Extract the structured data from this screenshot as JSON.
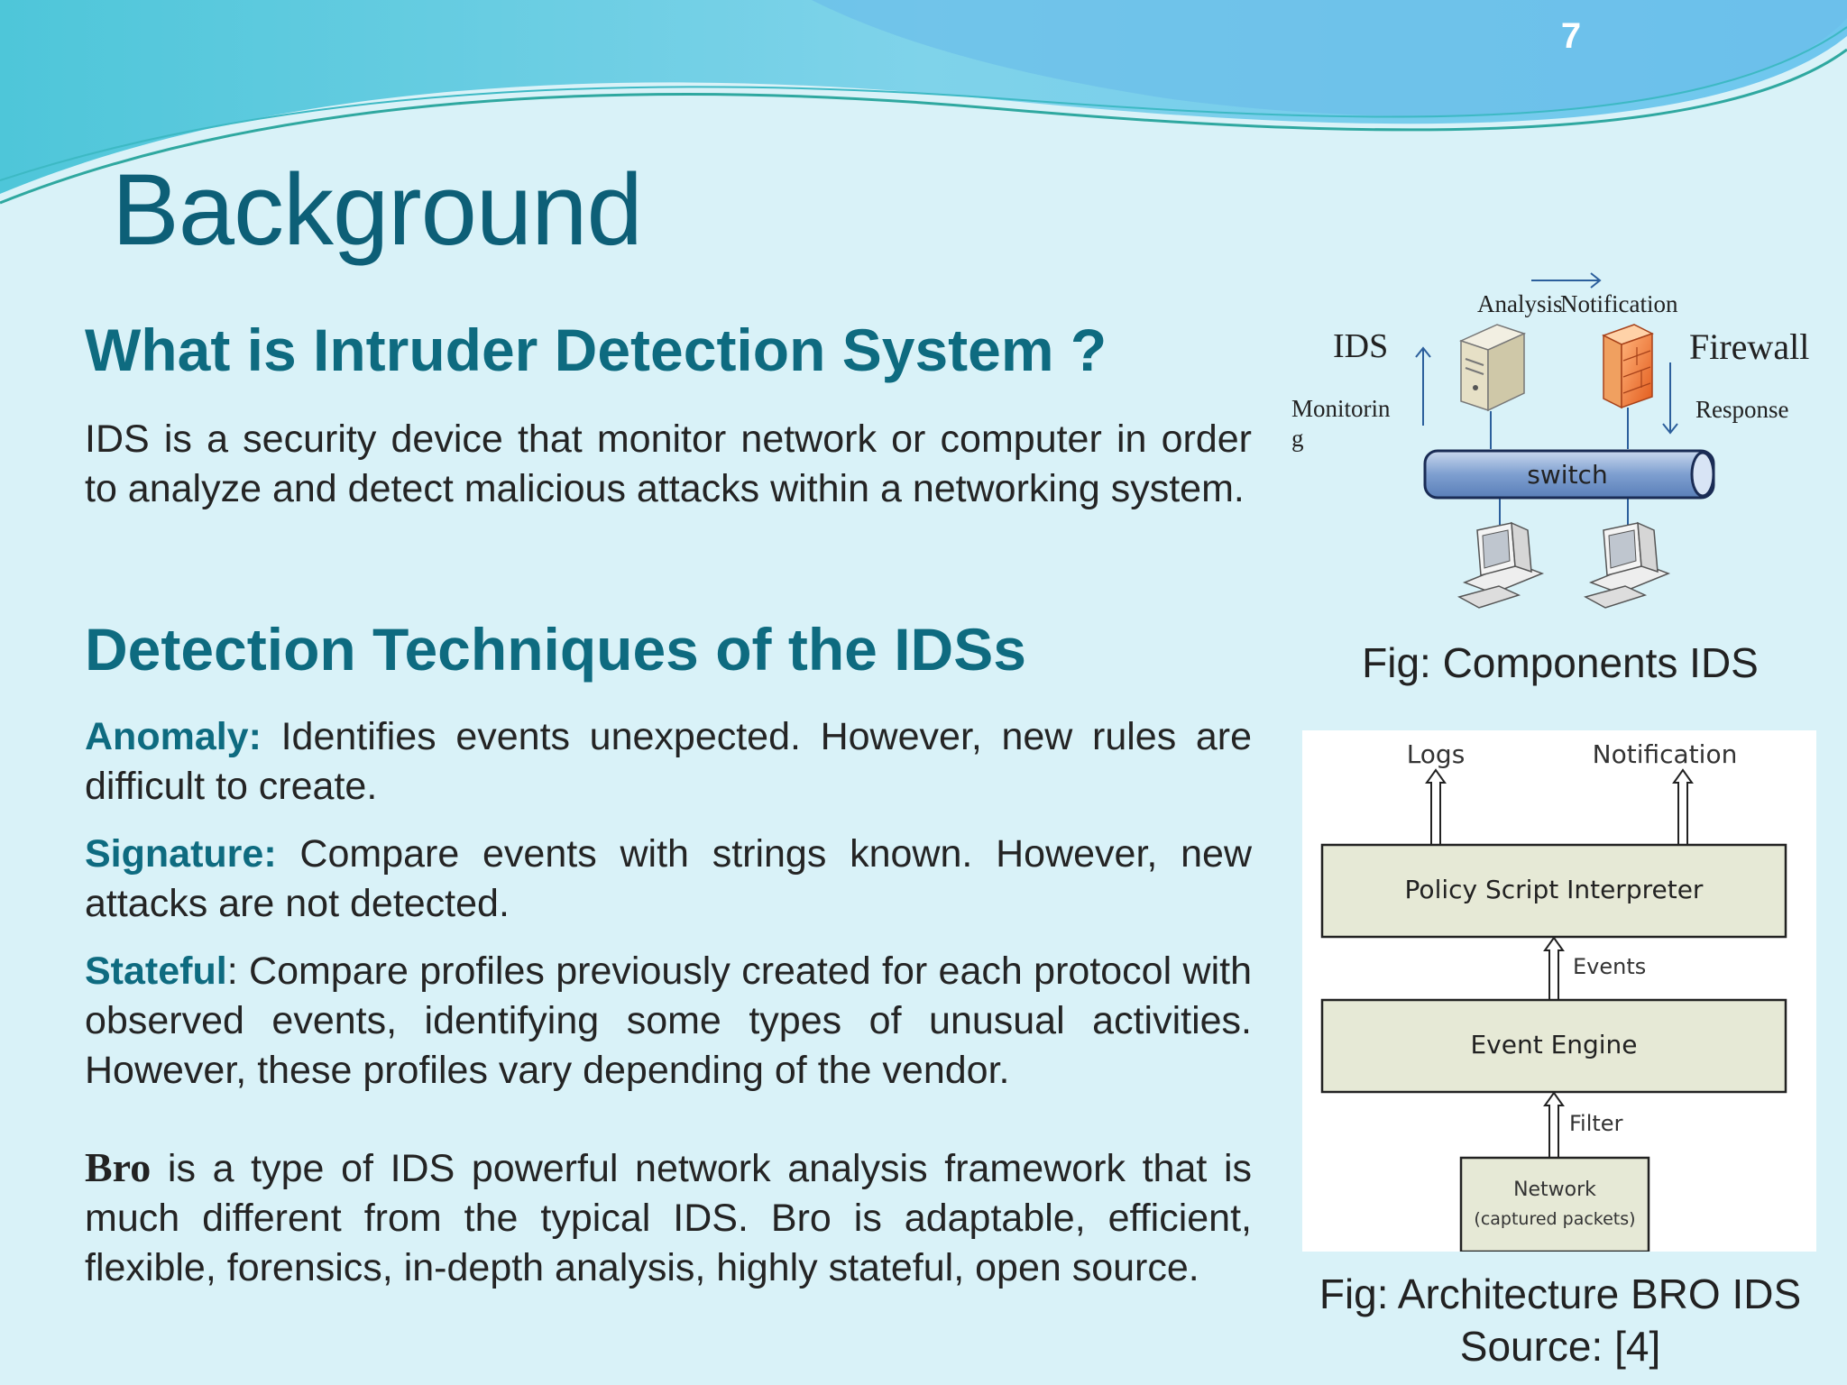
{
  "slide": {
    "number": "7",
    "title": "Background"
  },
  "section1": {
    "heading": "What is Intruder Detection System ?",
    "body": "IDS is a security device that monitor network or computer in order to analyze and detect malicious attacks within a networking system."
  },
  "section2": {
    "heading": "Detection Techniques of the IDSs",
    "items": [
      {
        "term": "Anomaly",
        "sep": ":",
        "text": " Identifies events unexpected. However, new rules are difficult to create."
      },
      {
        "term": "Signature",
        "sep": ":",
        "text": " Compare events with strings known. However, new attacks are not detected."
      },
      {
        "term": "Stateful",
        "sep": ":",
        "text": " Compare profiles previously created for each protocol with observed events, identifying some types of unusual activities. However, these profiles vary depending of the vendor."
      }
    ],
    "bro": {
      "term": "Bro",
      "text": " is a type of IDS powerful network analysis framework that is much different from the typical IDS. Bro is adaptable, efficient, flexible, forensics, in-depth analysis, highly stateful, open source."
    }
  },
  "fig1": {
    "labels": {
      "ids": "IDS",
      "analysis": "Analysis",
      "notification": "Notification",
      "firewall": "Firewall",
      "monitoring_line1": "Monitorin",
      "monitoring_line2": "g",
      "response": "Response",
      "switch": "switch"
    },
    "caption": "Fig: Components IDS",
    "icons": [
      "server-icon",
      "firewall-icon",
      "computer-icon",
      "computer-icon"
    ]
  },
  "fig2": {
    "labels": {
      "logs": "Logs",
      "notification": "Notification",
      "policy": "Policy Script Interpreter",
      "events": "Events",
      "engine": "Event Engine",
      "filter": "Filter",
      "network_line1": "Network",
      "network_line2": "(captured packets)"
    },
    "caption_line1": "Fig: Architecture BRO IDS",
    "caption_line2": "Source: [4]"
  },
  "colors": {
    "heading": "#0e6b80",
    "title": "#0d5f77",
    "background": "#d9f2f8",
    "box_fill": "#e6e9d6"
  }
}
